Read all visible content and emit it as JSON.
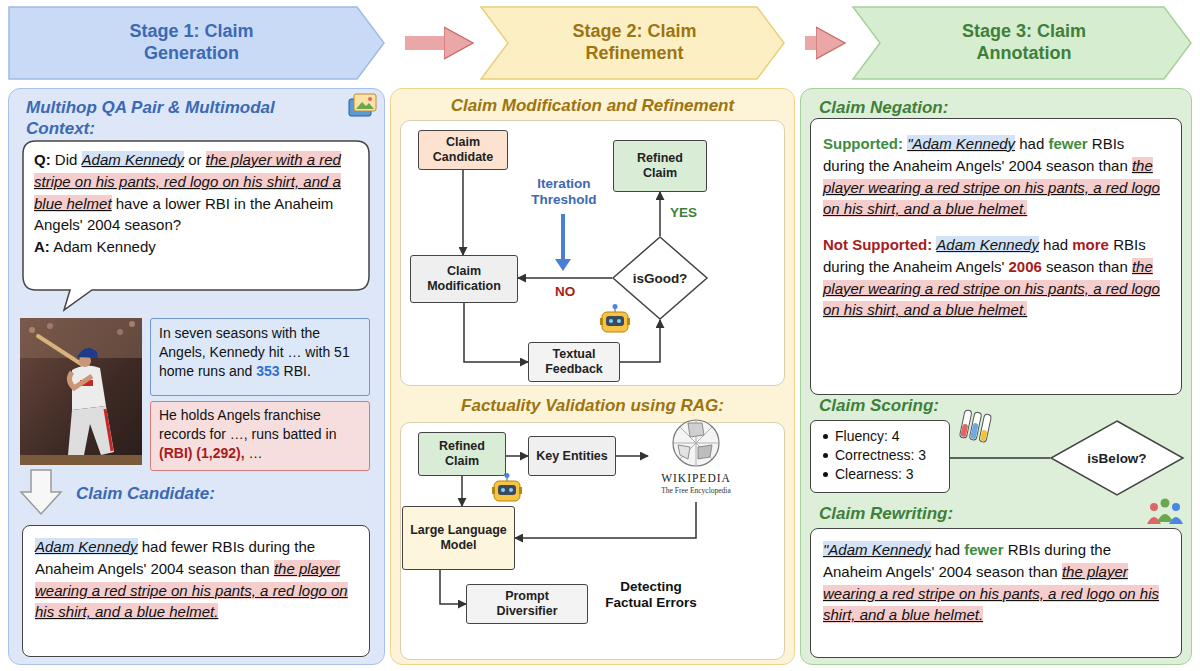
{
  "diagram": {
    "nodes": [
      {
        "text": [
          "Stage 1: Claim Generation"
        ]
      },
      {
        "text": [
          "Stage 2: Claim Refinement"
        ]
      },
      {
        "text": [
          "Stage 3: Claim Annotation"
        ]
      },
      {
        "text": [
          "Multihop QA Pair & Multimodal Context:",
          "Claim Candidate:"
        ]
      },
      {
        "text": [
          "Q: Did Adam Kennedy or the player with a red stripe on his pants, red logo on his shirt, and a blue helmet have a lower RBI in the Anaheim Angels' 2004 season?",
          "A: Adam Kennedy"
        ],
        "in": 3
      },
      {
        "text": [
          "In seven seasons with the Angels, Kennedy hit … with 51 home runs and 353 RBI."
        ],
        "in": 3
      },
      {
        "text": [
          "He holds Angels franchise records for …, runs batted in (RBI) (1,292), …"
        ],
        "in": 3
      },
      {
        "text": [
          "Adam Kennedy had fewer RBIs during the Anaheim Angels' 2004 season than the player wearing a red stripe on his pants, a red logo on his shirt, and a blue helmet."
        ],
        "in": 3
      },
      {
        "text": [
          "Claim Modification and Refinement",
          "Factuality Validation using RAG:"
        ]
      },
      {
        "text": [
          "Claim Candidate"
        ],
        "in": 8
      },
      {
        "text": [
          "Claim Modification"
        ],
        "in": 8
      },
      {
        "text": [
          "Textual Feedback"
        ],
        "in": 8
      },
      {
        "text": [
          "isGood?"
        ],
        "in": 8
      },
      {
        "text": [
          "Refined Claim"
        ],
        "in": 8
      },
      {
        "text": [
          "Refined Claim"
        ],
        "in": 8
      },
      {
        "text": [
          "Key Entities"
        ],
        "in": 8
      },
      {
        "text": [
          "WIKIPEDIA",
          "The Free Encyclopedia"
        ],
        "in": 8
      },
      {
        "text": [
          "Large Language Model"
        ],
        "in": 8
      },
      {
        "text": [
          "Prompt Diversifier"
        ],
        "in": 8
      },
      {
        "text": [
          "Claim Negation:",
          "Claim Scoring:",
          "Claim Rewriting:"
        ]
      },
      {
        "text": [
          "Supported: \"Adam Kennedy had fewer RBIs during the Anaheim Angels' 2004 season than the player wearing a red stripe on his pants, a red logo on his shirt, and a blue helmet.",
          "Not Supported: Adam Kennedy had more RBIs during the Anaheim Angels' 2006 season than the player wearing a red stripe on his pants, a red logo on his shirt, and a blue helmet."
        ],
        "in": 19
      },
      {
        "text": [
          "Fluency: 4",
          "Correctness: 3",
          "Clearness: 3"
        ],
        "in": 19
      },
      {
        "text": [
          "isBelow?"
        ],
        "in": 19
      },
      {
        "text": [
          "\"Adam Kennedy had fewer RBIs during the Anaheim Angels' 2004 season than the player wearing a red stripe on his pants, a red logo on his shirt, and a blue helmet."
        ],
        "in": 19
      }
    ],
    "edges": [
      {
        "from": 0,
        "to": 1,
        "arrow": "to"
      },
      {
        "from": 1,
        "to": 2,
        "arrow": "to"
      },
      {
        "from": 9,
        "to": 10,
        "arrow": "to"
      },
      {
        "from": 10,
        "to": 11,
        "arrow": "to"
      },
      {
        "from": 11,
        "to": 12,
        "arrow": "to"
      },
      {
        "from": 12,
        "to": 10,
        "label": "NO",
        "arrow": "to"
      },
      {
        "from": 12,
        "to": 13,
        "label": "YES",
        "arrow": "to"
      },
      {
        "from": 14,
        "to": 15,
        "arrow": "to"
      },
      {
        "from": 15,
        "to": 16,
        "arrow": "to"
      },
      {
        "from": 16,
        "to": 17,
        "arrow": "to"
      },
      {
        "from": 14,
        "to": 17,
        "arrow": "to"
      },
      {
        "from": 17,
        "to": 18,
        "arrow": "to"
      },
      {
        "from": 21,
        "to": 22,
        "arrow": "none"
      }
    ],
    "labels": [
      "Iteration Threshold",
      "Detecting Factual Errors"
    ]
  }
}
